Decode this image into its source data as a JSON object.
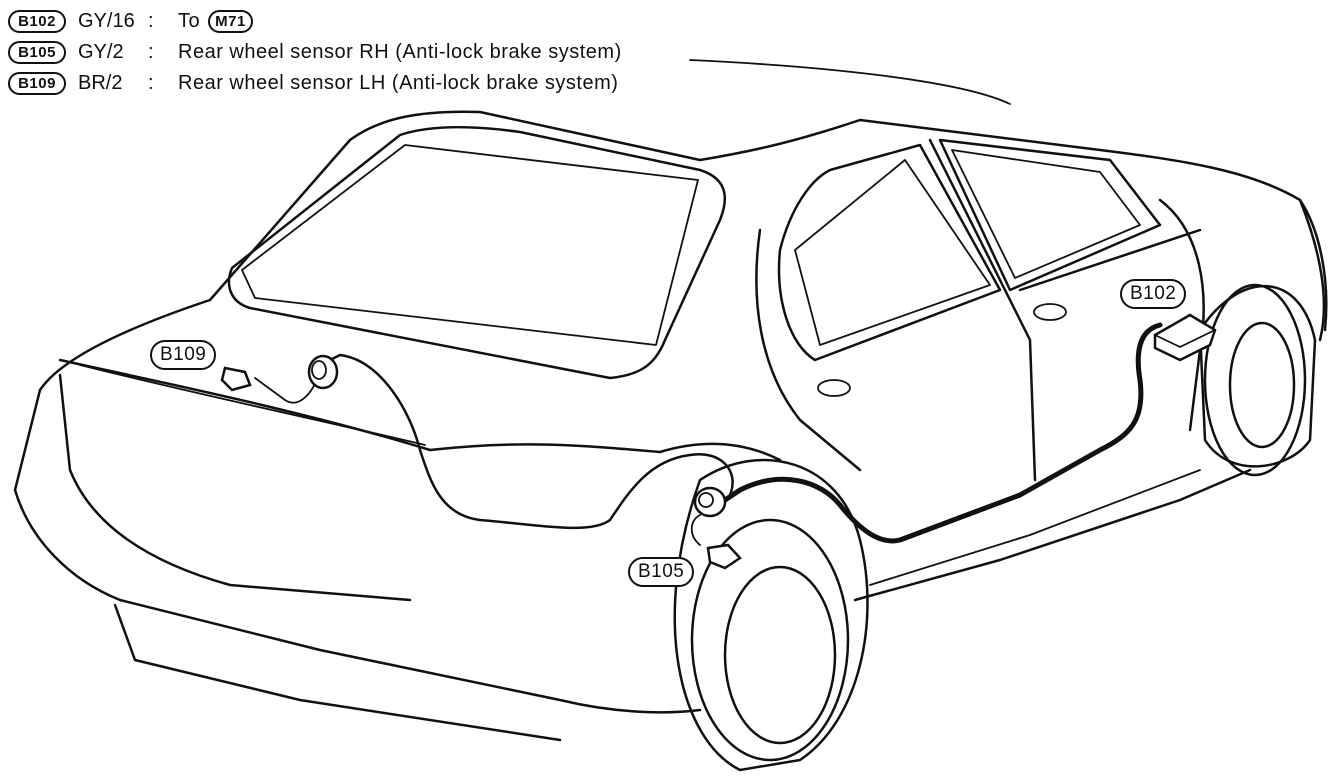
{
  "legend": [
    {
      "code": "B102",
      "wire": "GY/16",
      "sep": ":",
      "desc": "To",
      "ref": "M71"
    },
    {
      "code": "B105",
      "wire": "GY/2",
      "sep": ":",
      "desc": "Rear wheel sensor RH (Anti-lock brake system)"
    },
    {
      "code": "B109",
      "wire": "BR/2",
      "sep": ":",
      "desc": "Rear wheel sensor LH (Anti-lock brake system)"
    }
  ],
  "callouts": {
    "b109": "B109",
    "b105": "B105",
    "b102": "B102"
  }
}
